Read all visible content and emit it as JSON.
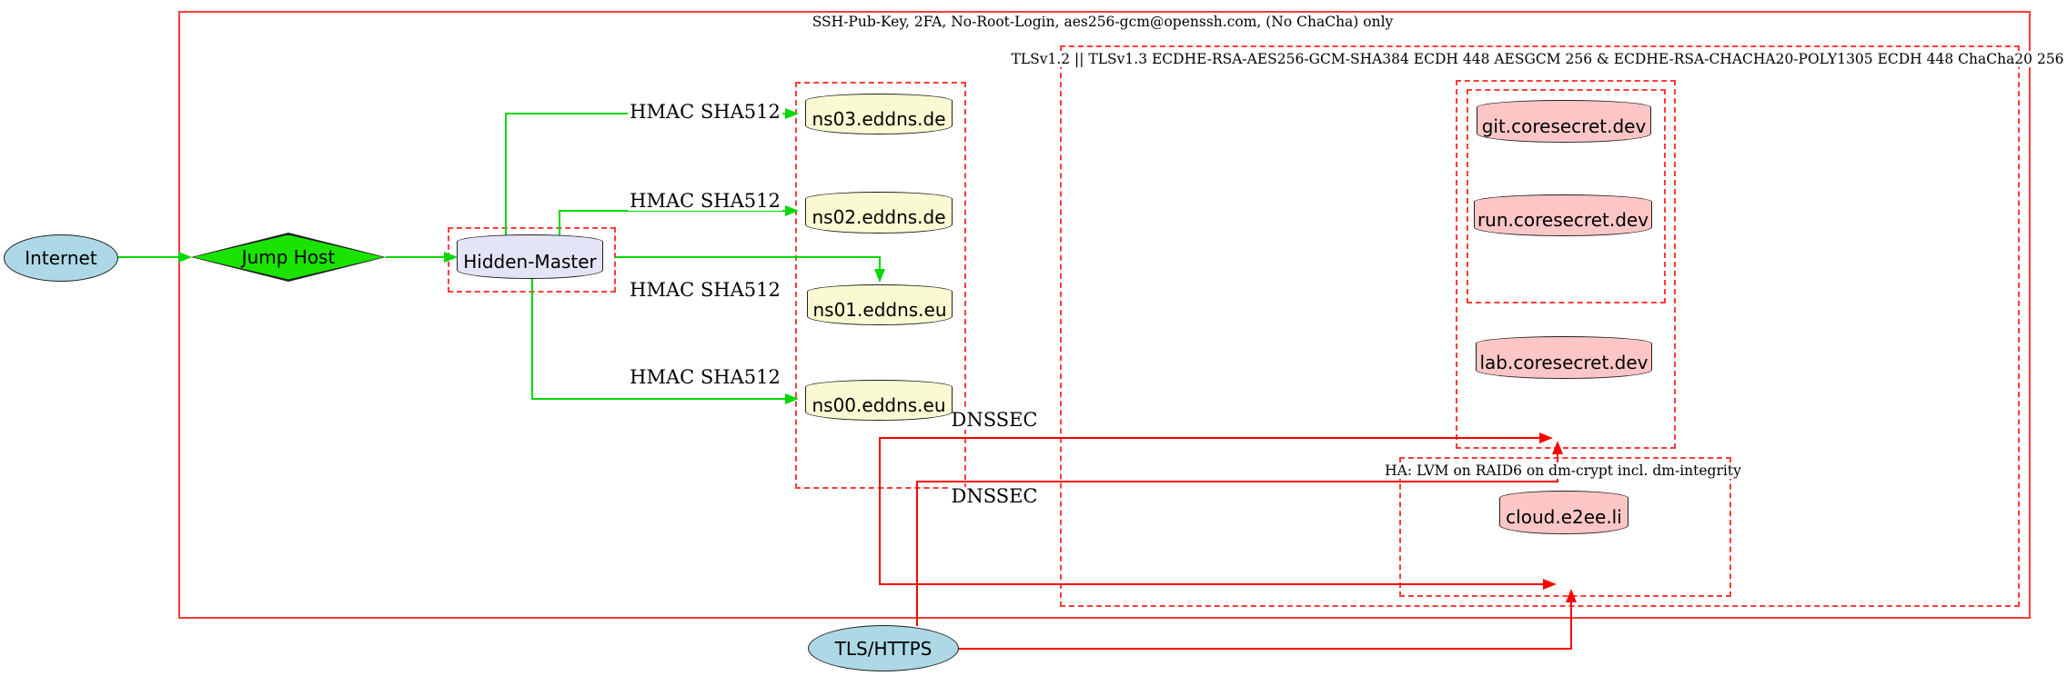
{
  "colors": {
    "cluster_border": "#ff3b3b",
    "edge_green": "#00d800",
    "edge_red": "#ff0000",
    "fill_internet": "#add8e6",
    "fill_jumphost": "#1ae300",
    "fill_master": "#e4e4f7",
    "fill_ns": "#fafad2",
    "fill_service": "#fcc6c6",
    "fill_tls": "#add8e6"
  },
  "clusters": {
    "ssh": {
      "title": "SSH-Pub-Key, 2FA, No-Root-Login, aes256-gcm@openssh.com, (No ChaCha) only"
    },
    "tls": {
      "title": "TLSv1.2 || TLSv1.3 ECDHE-RSA-AES256-GCM-SHA384 ECDH 448 AESGCM 256 & ECDHE-RSA-CHACHA20-POLY1305 ECDH 448 ChaCha20 256"
    },
    "ha": {
      "title": "HA: LVM on RAID6 on dm-crypt incl. dm-integrity"
    }
  },
  "nodes": {
    "internet": {
      "label": "Internet",
      "shape": "ellipse"
    },
    "jump_host": {
      "label": "Jump Host",
      "shape": "diamond"
    },
    "hidden_master": {
      "label": "Hidden-Master",
      "shape": "cylinder"
    },
    "ns03": {
      "label": "ns03.eddns.de",
      "shape": "cylinder"
    },
    "ns02": {
      "label": "ns02.eddns.de",
      "shape": "cylinder"
    },
    "ns01": {
      "label": "ns01.eddns.eu",
      "shape": "cylinder"
    },
    "ns00": {
      "label": "ns00.eddns.eu",
      "shape": "cylinder"
    },
    "git": {
      "label": "git.coresecret.dev",
      "shape": "cylinder"
    },
    "run": {
      "label": "run.coresecret.dev",
      "shape": "cylinder"
    },
    "lab": {
      "label": "lab.coresecret.dev",
      "shape": "cylinder"
    },
    "cloud": {
      "label": "cloud.e2ee.li",
      "shape": "cylinder"
    },
    "tls_https": {
      "label": "TLS/HTTPS",
      "shape": "ellipse"
    }
  },
  "edge_labels": {
    "hmac": "HMAC SHA512",
    "dnssec": "DNSSEC"
  }
}
